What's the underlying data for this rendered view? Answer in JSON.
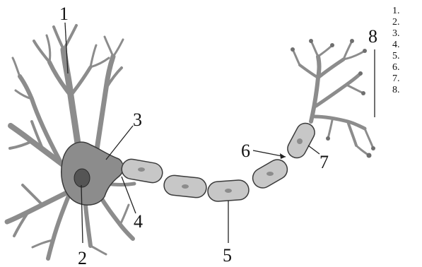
{
  "diagram": {
    "callouts": [
      "1",
      "2",
      "3",
      "4",
      "5",
      "6",
      "7",
      "8"
    ],
    "answer_list": [
      {
        "number": "1.",
        "answer": ""
      },
      {
        "number": "2.",
        "answer": ""
      },
      {
        "number": "3.",
        "answer": ""
      },
      {
        "number": "4.",
        "answer": ""
      },
      {
        "number": "5.",
        "answer": ""
      },
      {
        "number": "6.",
        "answer": ""
      },
      {
        "number": "7.",
        "answer": ""
      },
      {
        "number": "8.",
        "answer": ""
      }
    ],
    "colors": {
      "tissue": "#8c8c8c",
      "outline": "#3a3a3a",
      "myelin": "#c7c7c7",
      "nucleus": "#555555",
      "line": "#222222"
    }
  }
}
